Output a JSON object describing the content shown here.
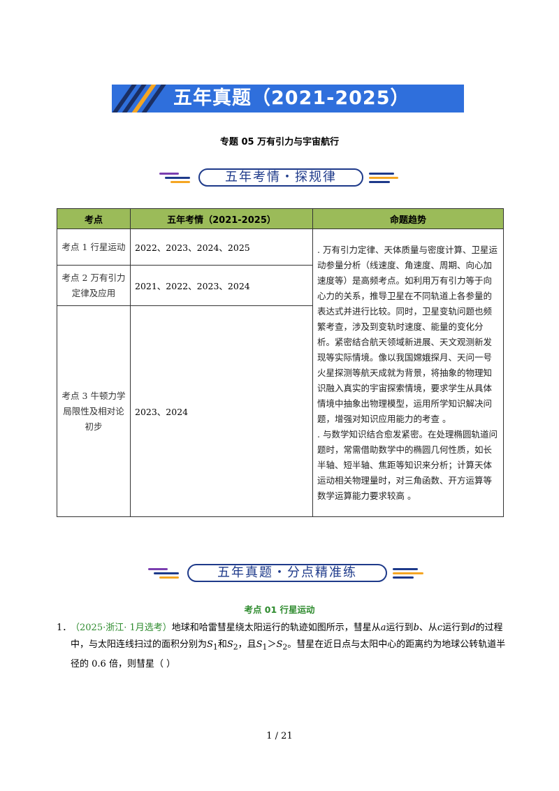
{
  "banner": {
    "title": "五年真题（2021-2025）"
  },
  "subtitle": "专题 05   万有引力与宇宙航行",
  "section1_title": "五年考情・探规律",
  "table": {
    "headers": [
      "考点",
      "五年考情（2021-2025）",
      "命题趋势"
    ],
    "rows": [
      {
        "point": "考点 1  行星运动",
        "years": "2022、2023、2024、2025"
      },
      {
        "point": "考点 2  万有引力定律及应用",
        "years": "2021、2022、2023、2024"
      },
      {
        "point": "考点 3  牛顿力学局限性及相对论初步",
        "years": "2023、2024"
      }
    ],
    "trend_p1": ".            万有引力定律、天体质量与密度计算、卫星运动参量分析（线速度、角速度、周期、向心加速度等）是高频考点。如利用万有引力等于向心力的关系，推导卫星在不同轨道上各参量的表达式并进行比较。同时，卫星变轨问题也频繁考查，涉及到变轨时速度、能量的变化分析。紧密结合航天领域新进展、天文观测新发现等实际情境。像以我国嫦娥探月、天问一号火星探测等航天成就为背景，将抽象的物理知识融入真实的宇宙探索情境，要求学生从具体情境中抽象出物理模型，运用所学知识解决问题，增强对知识应用能力的考查 。",
    "trend_p2": ".             与数学知识结合愈发紧密。在处理椭圆轨道问题时，常需借助数学中的椭圆几何性质，如长半轴、短半轴、焦距等知识来分析；计算天体运动相关物理量时，对三角函数、开方运算等数学运算能力要求较高 。"
  },
  "section2_title": "五年真题・分点精准练",
  "section_head": "考点 01  行星运动",
  "question": {
    "number": "1．",
    "source": "（2025·浙江· 1月选考）",
    "text1": "地球和哈雷彗星绕太阳运行的轨迹如图所示，彗星从",
    "a": "a",
    "text2": "运行到",
    "b": "b",
    "text3": "、从",
    "c": "c",
    "text4": "运行到",
    "d": "d",
    "text5": "的过程中，与太阳连线扫过的面积分别为",
    "s1": "S",
    "s1sub": "1",
    "and": "和",
    "s2": "S",
    "s2sub": "2",
    "text6": "，且",
    "s3": "S",
    "s3sub": "1",
    "gt": "＞",
    "s4": "S",
    "s4sub": "2",
    "text7": "。彗星在近日点与太阳中心的距离约为地球公转轨道半径的 0.6 倍，则彗星（        ）"
  },
  "footer": "1  /  21",
  "colors": {
    "banner": "#2f6fdc",
    "header_bg": "#9bbb59",
    "accent_green": "#2e8b2e",
    "pill_border": "#1e3a8a"
  }
}
